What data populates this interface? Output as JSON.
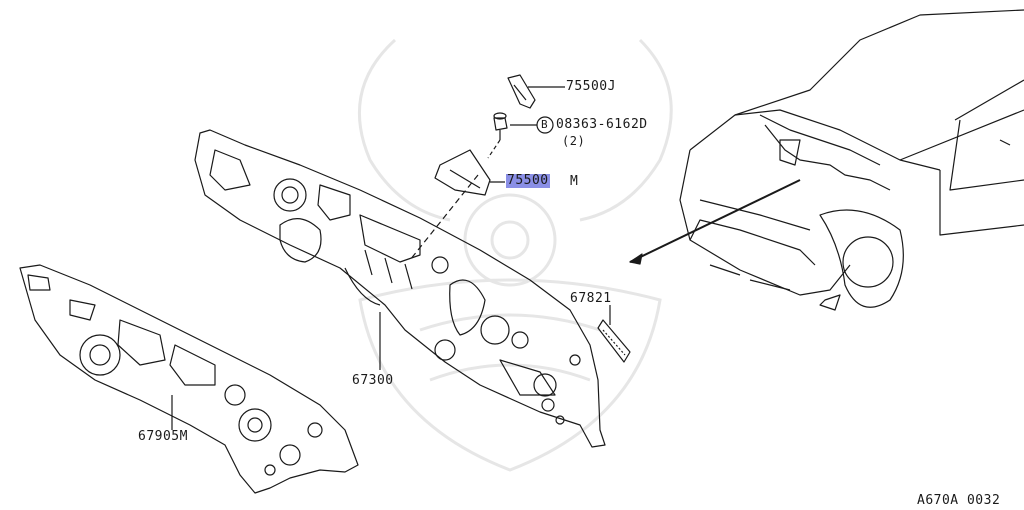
{
  "diagram_id": "A670A 0032",
  "callouts": {
    "p75500J": "75500J",
    "bolt_marker": "B",
    "bolt_code": "08363-6162D",
    "bolt_qty": "(2)",
    "p75500M_hl": "75500",
    "p75500M_tail": "M",
    "p67821": "67821",
    "p67300": "67300",
    "p67905M": "67905M"
  },
  "colors": {
    "line": "#1a1a1a",
    "highlight": "#8a8fe6",
    "watermark": "#e6e6e6"
  }
}
